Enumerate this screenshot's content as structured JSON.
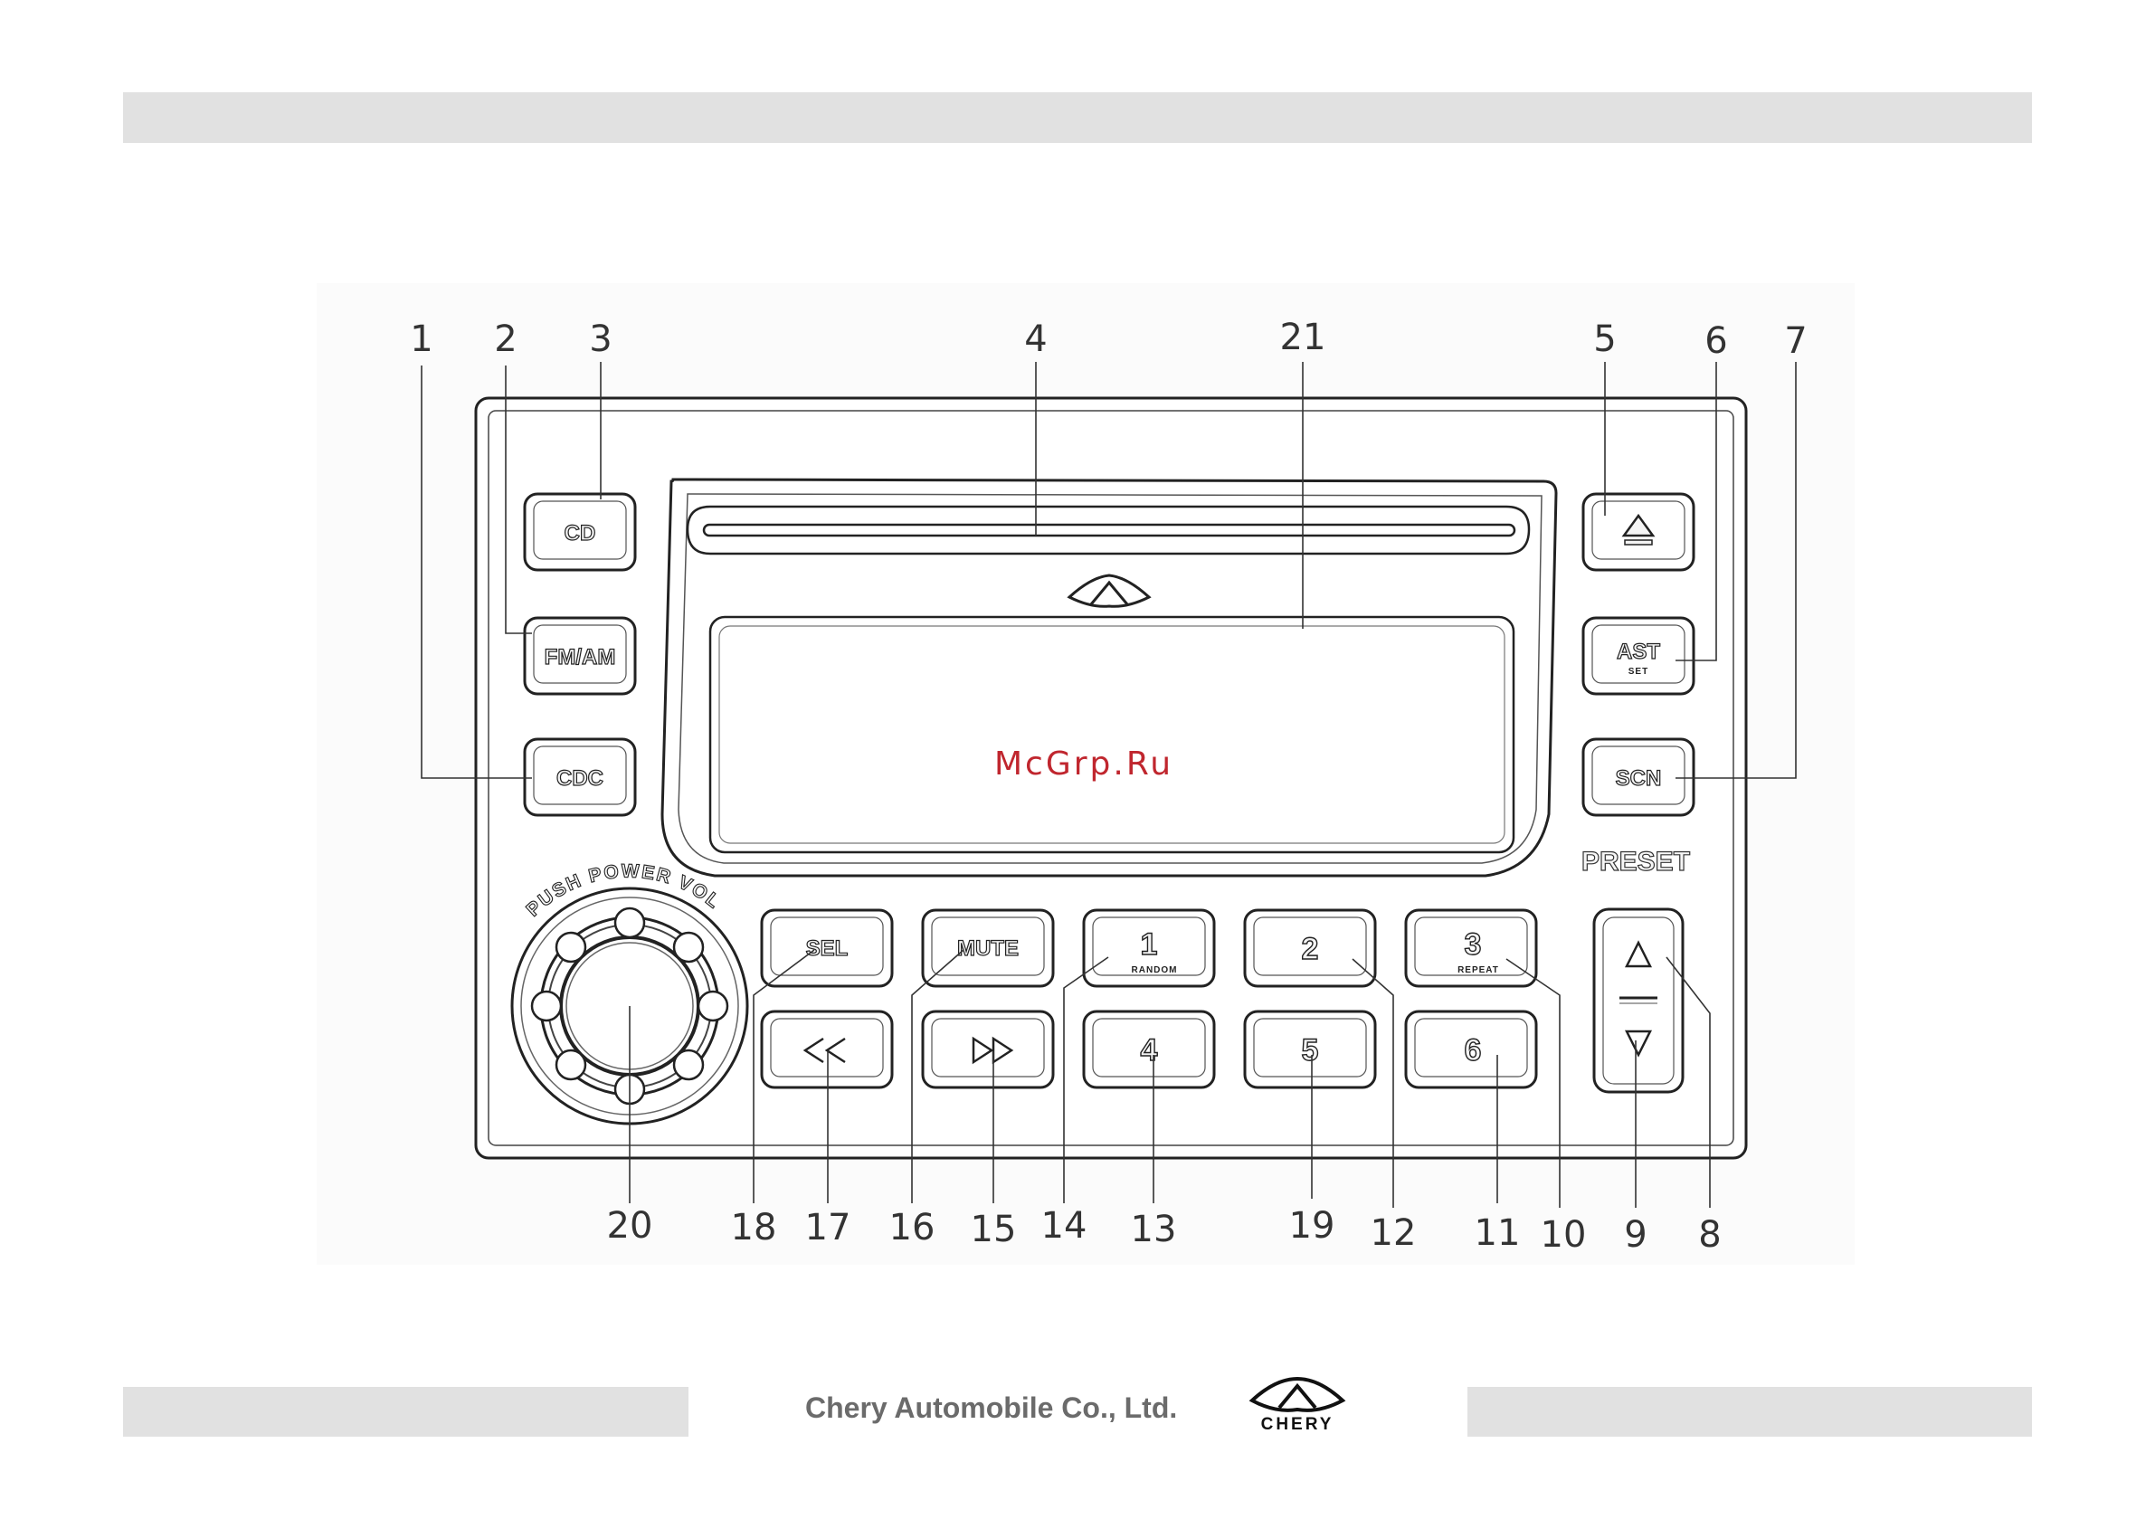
{
  "figure": {
    "callouts": [
      "1",
      "2",
      "3",
      "4",
      "21",
      "5",
      "6",
      "7",
      "20",
      "18",
      "17",
      "16",
      "15",
      "14",
      "13",
      "19",
      "12",
      "11",
      "10",
      "9",
      "8"
    ],
    "buttons": {
      "cd": "CD",
      "fm_am": "FM/AM",
      "cdc": "CDC",
      "ast": "AST",
      "ast_sub": "SET",
      "scn": "SCN",
      "sel": "SEL",
      "mute": "MUTE",
      "preset1": "1",
      "preset1_sub": "RANDOM",
      "preset2": "2",
      "preset3": "3",
      "preset3_sub": "REPEAT",
      "preset4": "4",
      "preset5": "5",
      "preset6": "6",
      "rewind_icon": "rewind-icon",
      "fast_forward_icon": "fast-forward-icon",
      "eject_icon": "eject-icon",
      "up_icon": "up-triangle-icon",
      "down_icon": "down-triangle-icon"
    },
    "knob_label": "PUSH POWER VOL",
    "preset_label": "PRESET",
    "watermark": "McGrp.Ru"
  },
  "footer": {
    "company": "Chery Automobile Co., Ltd.",
    "logo_text": "CHERY"
  }
}
